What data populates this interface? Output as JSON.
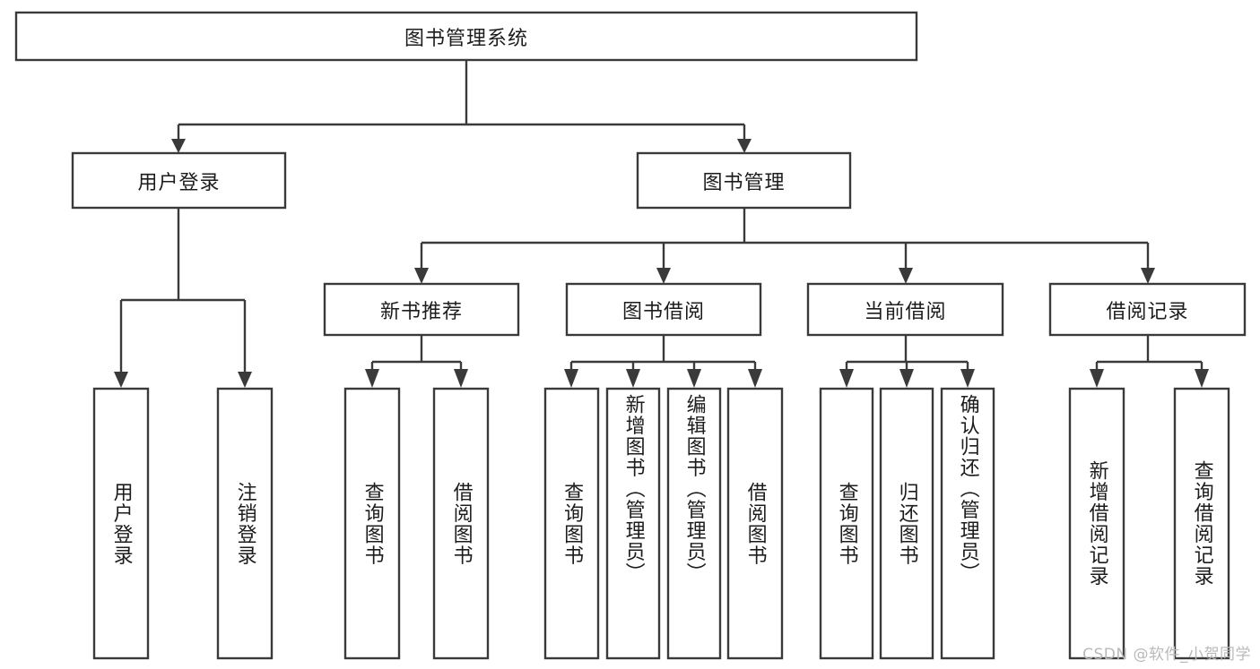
{
  "diagram": {
    "title": "图书管理系统",
    "watermark": "CSDN @软件_小贺同学",
    "colors": {
      "box_stroke": "#3a3a3a",
      "box_fill": "#ffffff",
      "text": "#1c1c1c",
      "connector": "#3a3a3a",
      "watermark": "#b9b9b9",
      "background": "#ffffff"
    },
    "type": "tree",
    "levels": 4
  },
  "nodes": {
    "root": {
      "label": "图书管理系统",
      "orientation": "horizontal",
      "level": 1
    },
    "level2": [
      {
        "id": "user-login",
        "label": "用户登录",
        "orientation": "horizontal",
        "level": 2
      },
      {
        "id": "book-management",
        "label": "图书管理",
        "orientation": "horizontal",
        "level": 2
      }
    ],
    "level3": [
      {
        "id": "new-book-recommend",
        "label": "新书推荐",
        "orientation": "horizontal",
        "level": 3,
        "parent": "book-management"
      },
      {
        "id": "book-borrow",
        "label": "图书借阅",
        "orientation": "horizontal",
        "level": 3,
        "parent": "book-management"
      },
      {
        "id": "current-borrow",
        "label": "当前借阅",
        "orientation": "horizontal",
        "level": 3,
        "parent": "book-management"
      },
      {
        "id": "borrow-record",
        "label": "借阅记录",
        "orientation": "horizontal",
        "level": 3,
        "parent": "book-management"
      }
    ],
    "leaves": [
      {
        "id": "leaf-user-login",
        "label": "用户登录",
        "orientation": "vertical",
        "parent": "user-login"
      },
      {
        "id": "leaf-logout",
        "label": "注销登录",
        "orientation": "vertical",
        "parent": "user-login"
      },
      {
        "id": "leaf-query-book-1",
        "label": "查询图书",
        "orientation": "vertical",
        "parent": "new-book-recommend"
      },
      {
        "id": "leaf-borrow-book-1",
        "label": "借阅图书",
        "orientation": "vertical",
        "parent": "new-book-recommend"
      },
      {
        "id": "leaf-query-book-2",
        "label": "查询图书",
        "orientation": "vertical",
        "parent": "book-borrow"
      },
      {
        "id": "leaf-add-book",
        "label": "新增图书（管理员）",
        "orientation": "vertical",
        "parent": "book-borrow"
      },
      {
        "id": "leaf-edit-book",
        "label": "编辑图书（管理员）",
        "orientation": "vertical",
        "parent": "book-borrow"
      },
      {
        "id": "leaf-borrow-book-2",
        "label": "借阅图书",
        "orientation": "vertical",
        "parent": "book-borrow"
      },
      {
        "id": "leaf-query-book-3",
        "label": "查询图书",
        "orientation": "vertical",
        "parent": "current-borrow"
      },
      {
        "id": "leaf-return-book",
        "label": "归还图书",
        "orientation": "vertical",
        "parent": "current-borrow"
      },
      {
        "id": "leaf-confirm-return",
        "label": "确认归还（管理员）",
        "orientation": "vertical",
        "parent": "current-borrow"
      },
      {
        "id": "leaf-add-record",
        "label": "新增借阅记录",
        "orientation": "vertical",
        "parent": "borrow-record"
      },
      {
        "id": "leaf-query-record",
        "label": "查询借阅记录",
        "orientation": "vertical",
        "parent": "borrow-record"
      }
    ]
  }
}
